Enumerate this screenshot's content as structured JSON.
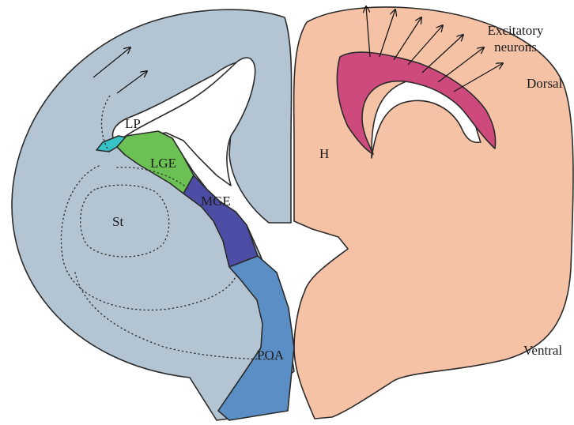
{
  "labels": {
    "lp": "LP",
    "lge": "LGE",
    "mge": "MGE",
    "st": "St",
    "poa": "POA",
    "h": "H",
    "excitatory_line1": "Excitatory",
    "excitatory_line2": "neurons",
    "dorsal": "Dorsal",
    "ventral": "Ventral"
  },
  "colors": {
    "left_hemisphere": "#b3c4d3",
    "right_hemisphere": "#f6c2a6",
    "lp_region": "#36c3c8",
    "lge_region": "#6cc154",
    "mge_region": "#4c4ea6",
    "poa_region": "#5b8ec4",
    "cortical_band": "#cf4a7c",
    "outline": "#2b2b2b"
  },
  "icons": {
    "migration_arrows": "arrow-icon",
    "radial_arrows": "arrow-icon"
  }
}
